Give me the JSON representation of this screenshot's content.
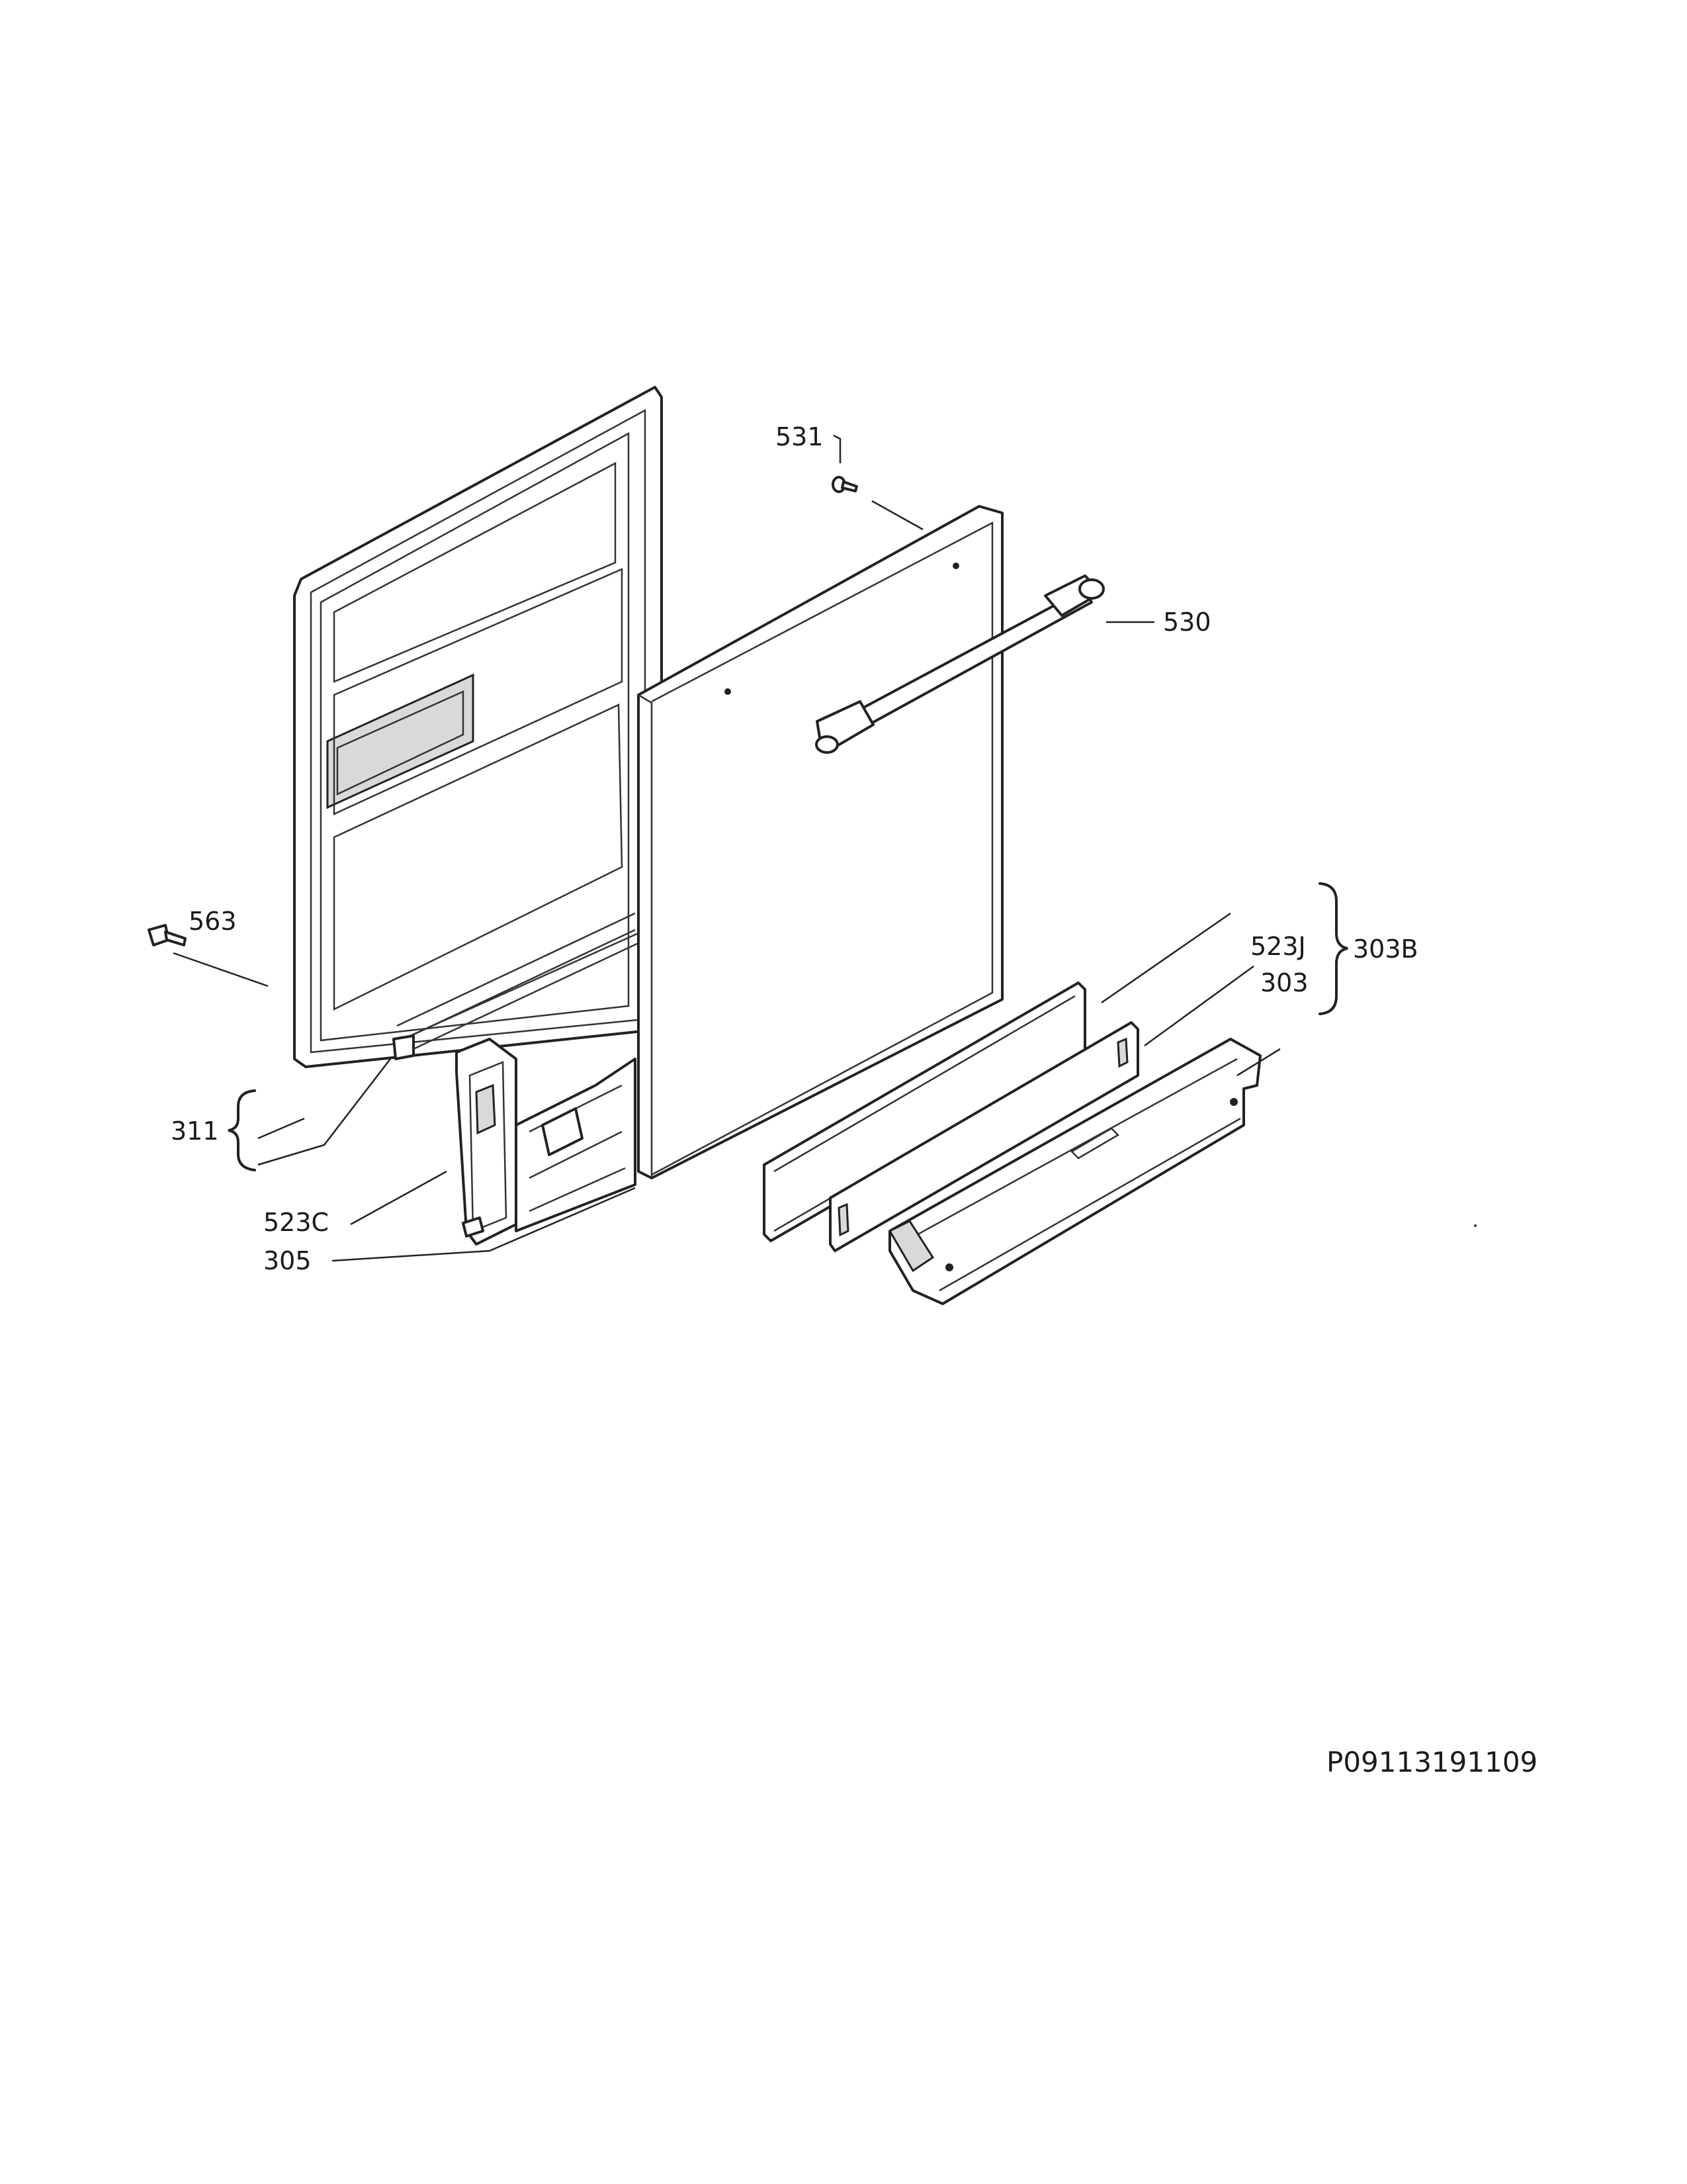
{
  "labels": {
    "p531": "531",
    "p530": "530",
    "p563": "563",
    "p523J": "523J",
    "p303B": "303B",
    "p303": "303",
    "p311": "311",
    "p523C": "523C",
    "p305": "305"
  },
  "reference": "P09113191109"
}
